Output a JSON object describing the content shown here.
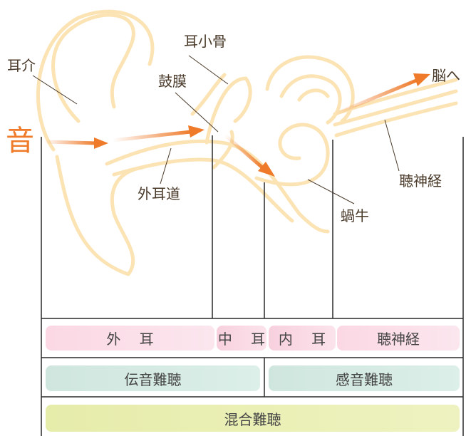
{
  "labels": {
    "pinna": "耳介",
    "ossicles": "耳小骨",
    "eardrum": "鼓膜",
    "to_brain": "脳へ",
    "sound": "音",
    "ear_canal": "外耳道",
    "auditory_nerve": "聴神経",
    "cochlea": "蝸牛"
  },
  "sections": {
    "outer_ear": "外 耳",
    "middle_ear": "中 耳",
    "inner_ear": "内 耳",
    "auditory_nerve": "聴神経"
  },
  "hearing_loss": {
    "conductive": "伝音難聴",
    "sensorineural": "感音難聴",
    "mixed": "混合難聴"
  },
  "colors": {
    "arrow": "#ee7a2a",
    "ear_outline": "#fbe3b4",
    "outer_pill": "#fbd8e4",
    "conductive_pill": "#cfe6de",
    "mixed_pill": "#e6ecaa"
  }
}
